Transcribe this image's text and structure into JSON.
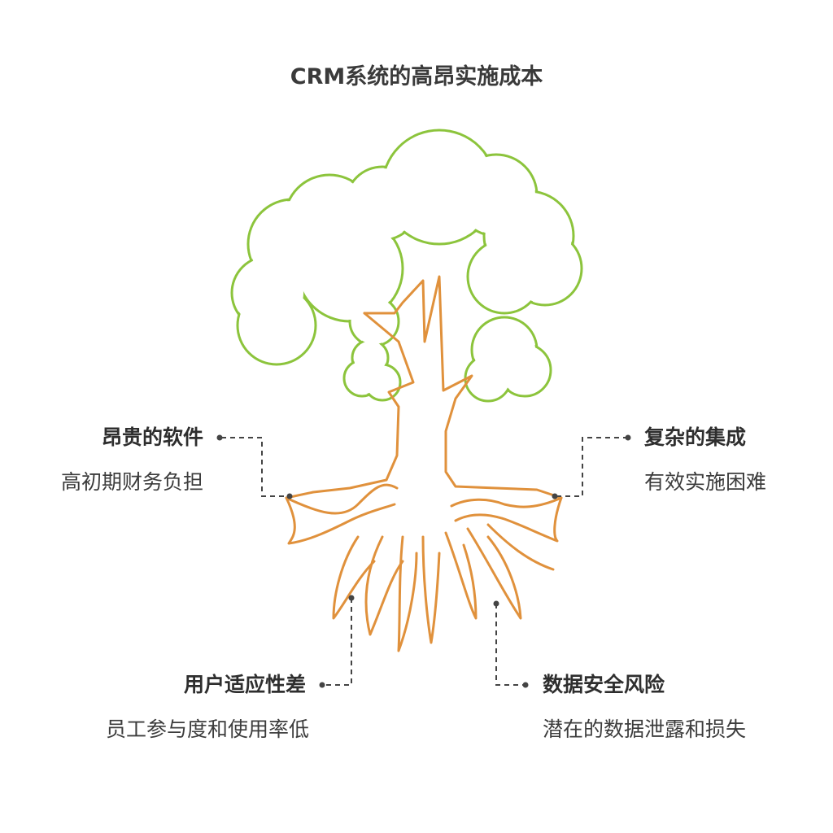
{
  "title": "CRM系统的高昂实施成本",
  "colors": {
    "canopy": "#8cc43c",
    "trunk": "#e0913c",
    "connector": "#444444",
    "text": "#333333"
  },
  "items": [
    {
      "label": "昂贵的软件",
      "desc": "高初期财务负担"
    },
    {
      "label": "复杂的集成",
      "desc": "有效实施困难"
    },
    {
      "label": "用户适应性差",
      "desc": "员工参与度和使用率低"
    },
    {
      "label": "数据安全风险",
      "desc": "潜在的数据泄露和损失"
    }
  ]
}
